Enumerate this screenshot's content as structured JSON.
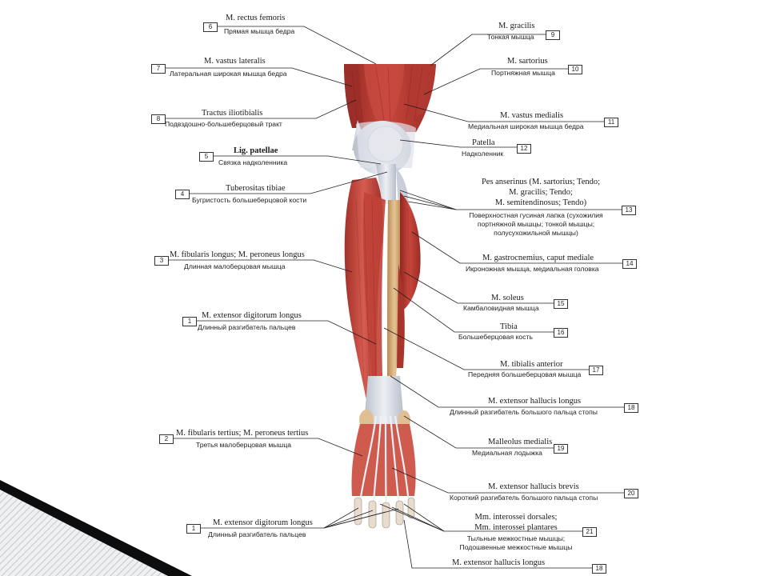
{
  "labels": {
    "l6": {
      "num": "6",
      "latin": "M. rectus femoris",
      "ru": "Прямая мышца бедра"
    },
    "l7": {
      "num": "7",
      "latin": "M. vastus lateralis",
      "ru": "Латеральная широкая мышца бедра"
    },
    "l8": {
      "num": "8",
      "latin": "Tractus iliotibialis",
      "ru": "Подвздошно-большеберцовый тракт"
    },
    "l5": {
      "num": "5",
      "latin": "Lig. patellae",
      "ru": "Связка надколенника"
    },
    "l4": {
      "num": "4",
      "latin": "Tuberositas tibiae",
      "ru": "Бугристость большеберцовой кости"
    },
    "l3": {
      "num": "3",
      "latin": "M. fibularis longus; M. peroneus longus",
      "ru": "Длинная малоберцовая мышца"
    },
    "l1a": {
      "num": "1",
      "latin": "M. extensor digitorum longus",
      "ru": "Длинный разгибатель пальцев"
    },
    "l2": {
      "num": "2",
      "latin": "M. fibularis tertius; M. peroneus tertius",
      "ru": "Третья малоберцовая мышца"
    },
    "l1b": {
      "num": "1",
      "latin": "M. extensor digitorum longus",
      "ru": "Длинный разгибатель пальцев"
    },
    "l9": {
      "num": "9",
      "latin": "M. gracilis",
      "ru": "Тонкая мышца"
    },
    "l10": {
      "num": "10",
      "latin": "M. sartorius",
      "ru": "Портняжная мышца"
    },
    "l11": {
      "num": "11",
      "latin": "M. vastus medialis",
      "ru": "Медиальная широкая мышца бедра"
    },
    "l12": {
      "num": "12",
      "latin": "Patella",
      "ru": "Надколенник"
    },
    "l13": {
      "num": "13",
      "latin1": "Pes anserinus (M. sartorius; Tendo;",
      "latin2": "M. gracilis; Tendo;",
      "latin3": "M. semitendinosus; Tendo)",
      "ru1": "Поверхностная гусиная лапка (сухожилия",
      "ru2": "портняжной мышцы; тонкой мышцы;",
      "ru3": "полусухожильной мышцы)"
    },
    "l14": {
      "num": "14",
      "latin": "M. gastrocnemius, caput mediale",
      "ru": "Икроножная мышца, медиальная головка"
    },
    "l15": {
      "num": "15",
      "latin": "M. soleus",
      "ru": "Камбаловидная мышца"
    },
    "l16": {
      "num": "16",
      "latin": "Tibia",
      "ru": "Большеберцовая кость"
    },
    "l17": {
      "num": "17",
      "latin": "M. tibialis anterior",
      "ru": "Передняя большеберцовая мышца"
    },
    "l18a": {
      "num": "18",
      "latin": "M. extensor hallucis longus",
      "ru": "Длинный разгибатель большого пальца стопы"
    },
    "l19": {
      "num": "19",
      "latin": "Malleolus medialis",
      "ru": "Медиальная лодыжка"
    },
    "l20": {
      "num": "20",
      "latin": "M. extensor hallucis brevis",
      "ru": "Короткий разгибатель большого пальца стопы"
    },
    "l21": {
      "num": "21",
      "latin1": "Mm. interossei dorsales;",
      "latin2": "Mm. interossei plantares",
      "ru1": "Тыльные межкостные мышцы;",
      "ru2": "Подошвенные межкостные мышцы"
    },
    "l18b": {
      "num": "18",
      "latin": "M. extensor hallucis longus"
    }
  },
  "colors": {
    "muscle": "#b83a32",
    "muscle_light": "#d8655a",
    "tendon": "#d9dde6",
    "bone": "#d9b07c",
    "leader": "#222222",
    "decor_dark": "#0d0d0d",
    "decor_hatch": "#c8ccd2"
  }
}
